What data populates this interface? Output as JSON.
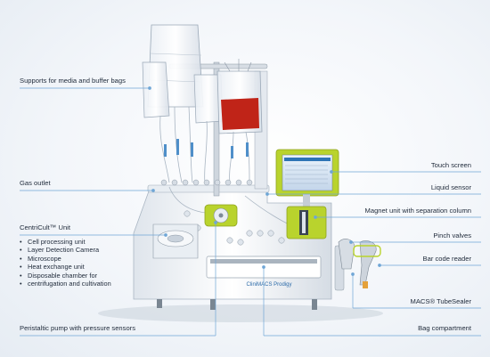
{
  "labels_left": {
    "supports": "Supports for media and buffer bags",
    "gas_outlet": "Gas outlet",
    "centricult": "CentriCult™ Unit",
    "centricult_items": [
      "Cell processing unit",
      "Layer Detection Camera",
      "Microscope",
      "Heat exchange unit",
      "Disposable chamber for",
      "centrifugation and cultivation"
    ],
    "peristaltic": "Peristaltic pump with pressure sensors"
  },
  "labels_right": {
    "touch_screen": "Touch screen",
    "liquid_sensor": "Liquid sensor",
    "magnet_unit": "Magnet unit with separation column",
    "pinch_valves": "Pinch valves",
    "bar_code": "Bar code reader",
    "tubesealer": "MACS® TubeSealer",
    "bag_compartment": "Bag compartment"
  },
  "device_brand": "CliniMACS Prodigy",
  "colors": {
    "leader_line": "#6fa6d6",
    "accent_green": "#b9d32d",
    "blood_bag": "#c02418",
    "panel_blue": "#2e74b5"
  }
}
